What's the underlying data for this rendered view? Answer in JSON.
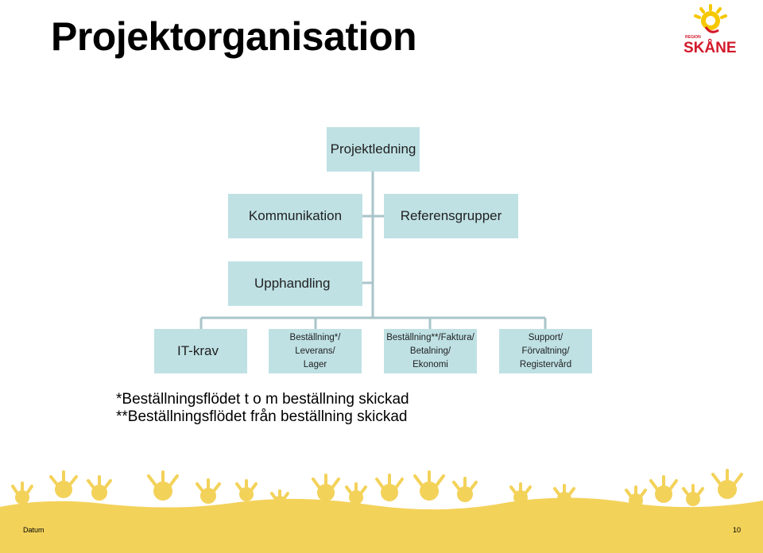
{
  "slide": {
    "title": "Projektorganisation",
    "logo_text": "SKÅNE",
    "logo_small": "REGION"
  },
  "org_chart": {
    "nodes": {
      "projektledning": "Projektledning",
      "kommunikation": "Kommunikation",
      "referensgrupper": "Referensgrupper",
      "upphandling": "Upphandling",
      "itkrav": "IT-krav",
      "bestallning_leverans": "Beställning*/\nLeverans/\nLager",
      "bestallning_faktura": "Beställning**/Faktura/\nBetalning/\nEkonomi",
      "support": "Support/\nFörvaltning/\nRegistervård"
    }
  },
  "notes": [
    "*Beställningsflödet t o m beställning skickad",
    "**Beställningsflödet från beställning skickad"
  ],
  "footer": {
    "left": "Datum",
    "right": "10"
  },
  "colors": {
    "box_fill": "#bfe1e4",
    "connector": "#a9c5c9",
    "footer_yellow": "#f3d25a",
    "logo_red": "#d3192b",
    "logo_yellow": "#f6c800"
  }
}
